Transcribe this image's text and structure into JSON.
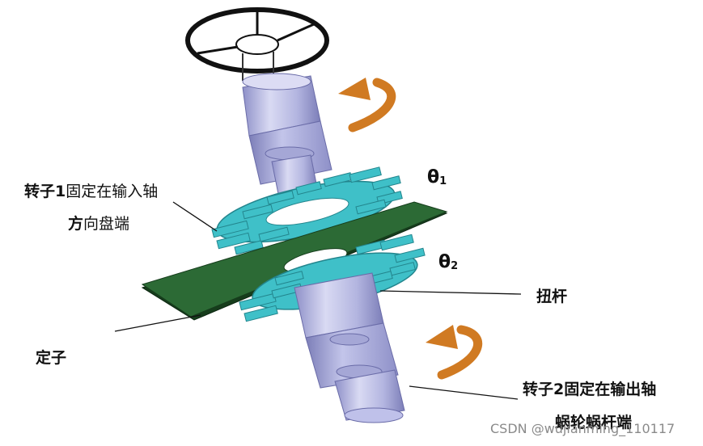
{
  "labels": {
    "rotor1_line1_bold": "转子1",
    "rotor1_line1_rest": "固定在输入轴",
    "rotor1_line2_bold": "方",
    "rotor1_line2_rest": "向盘端",
    "torsion_bar": "扭杆",
    "stator": "定子",
    "rotor2_line1": "转子2固定在输出轴",
    "rotor2_line2": "蜗轮蜗杆端",
    "theta1_symbol": "θ",
    "theta1_sub": "1",
    "theta2_symbol": "θ",
    "theta2_sub": "2"
  },
  "watermark": "CSDN @wujianming_110117",
  "icons": {
    "steering_wheel": "steering-wheel-icon",
    "rotation_arrow": "curved-arrow-icon"
  },
  "colors": {
    "shaft_light": "#cfd0ee",
    "shaft_mid": "#a9abd9",
    "shaft_dark": "#7c7eb8",
    "rotor_teal": "#3fc0c8",
    "rotor_teal_dark": "#23858d",
    "stator_green": "#2c6a35",
    "stator_green_dark": "#163d1c",
    "arrow_orange": "#d07a22",
    "wheel_black": "#111111"
  }
}
